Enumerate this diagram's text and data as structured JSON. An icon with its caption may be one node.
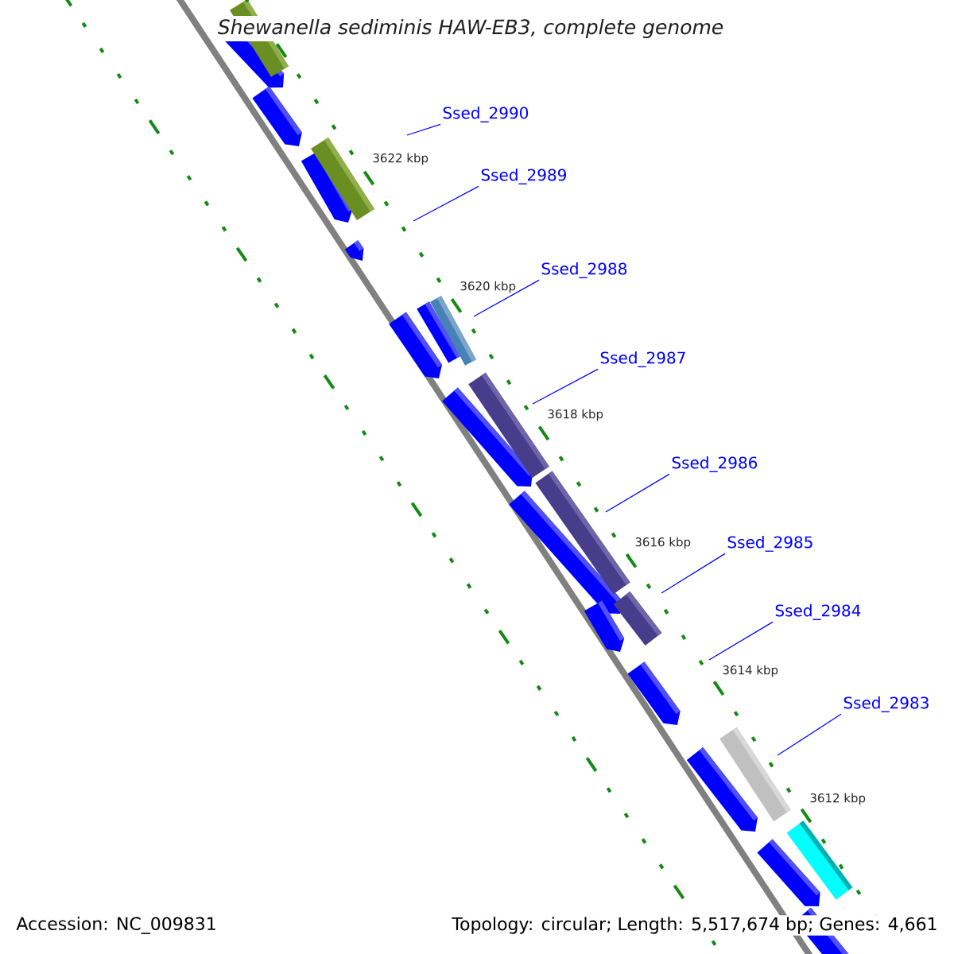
{
  "diagram": {
    "title": "Shewanella sediminis HAW-EB3, complete genome",
    "nodes": [
      {
        "text": [
          "Ssed_2990"
        ]
      },
      {
        "text": [
          "Ssed_2989"
        ]
      },
      {
        "text": [
          "Ssed_2988"
        ]
      },
      {
        "text": [
          "Ssed_2987"
        ]
      },
      {
        "text": [
          "Ssed_2986"
        ]
      },
      {
        "text": [
          "Ssed_2985"
        ]
      },
      {
        "text": [
          "Ssed_2984"
        ]
      },
      {
        "text": [
          "Ssed_2983"
        ]
      }
    ],
    "edges": [
      {
        "from": 0,
        "to": null,
        "arrow": "none"
      },
      {
        "from": 1,
        "to": null,
        "arrow": "none"
      },
      {
        "from": 2,
        "to": null,
        "arrow": "none"
      },
      {
        "from": 3,
        "to": null,
        "arrow": "none"
      },
      {
        "from": 4,
        "to": null,
        "arrow": "none"
      },
      {
        "from": 5,
        "to": null,
        "arrow": "none"
      },
      {
        "from": 6,
        "to": null,
        "arrow": "none"
      },
      {
        "from": 7,
        "to": null,
        "arrow": "none"
      }
    ],
    "labels": [
      "3622 kbp",
      "3620 kbp",
      "3618 kbp",
      "3616 kbp",
      "3614 kbp",
      "3612 kbp",
      "Accession: NC_009831",
      "Topology: circular; Length: 5,517,674 bp; Genes: 4,661"
    ]
  }
}
